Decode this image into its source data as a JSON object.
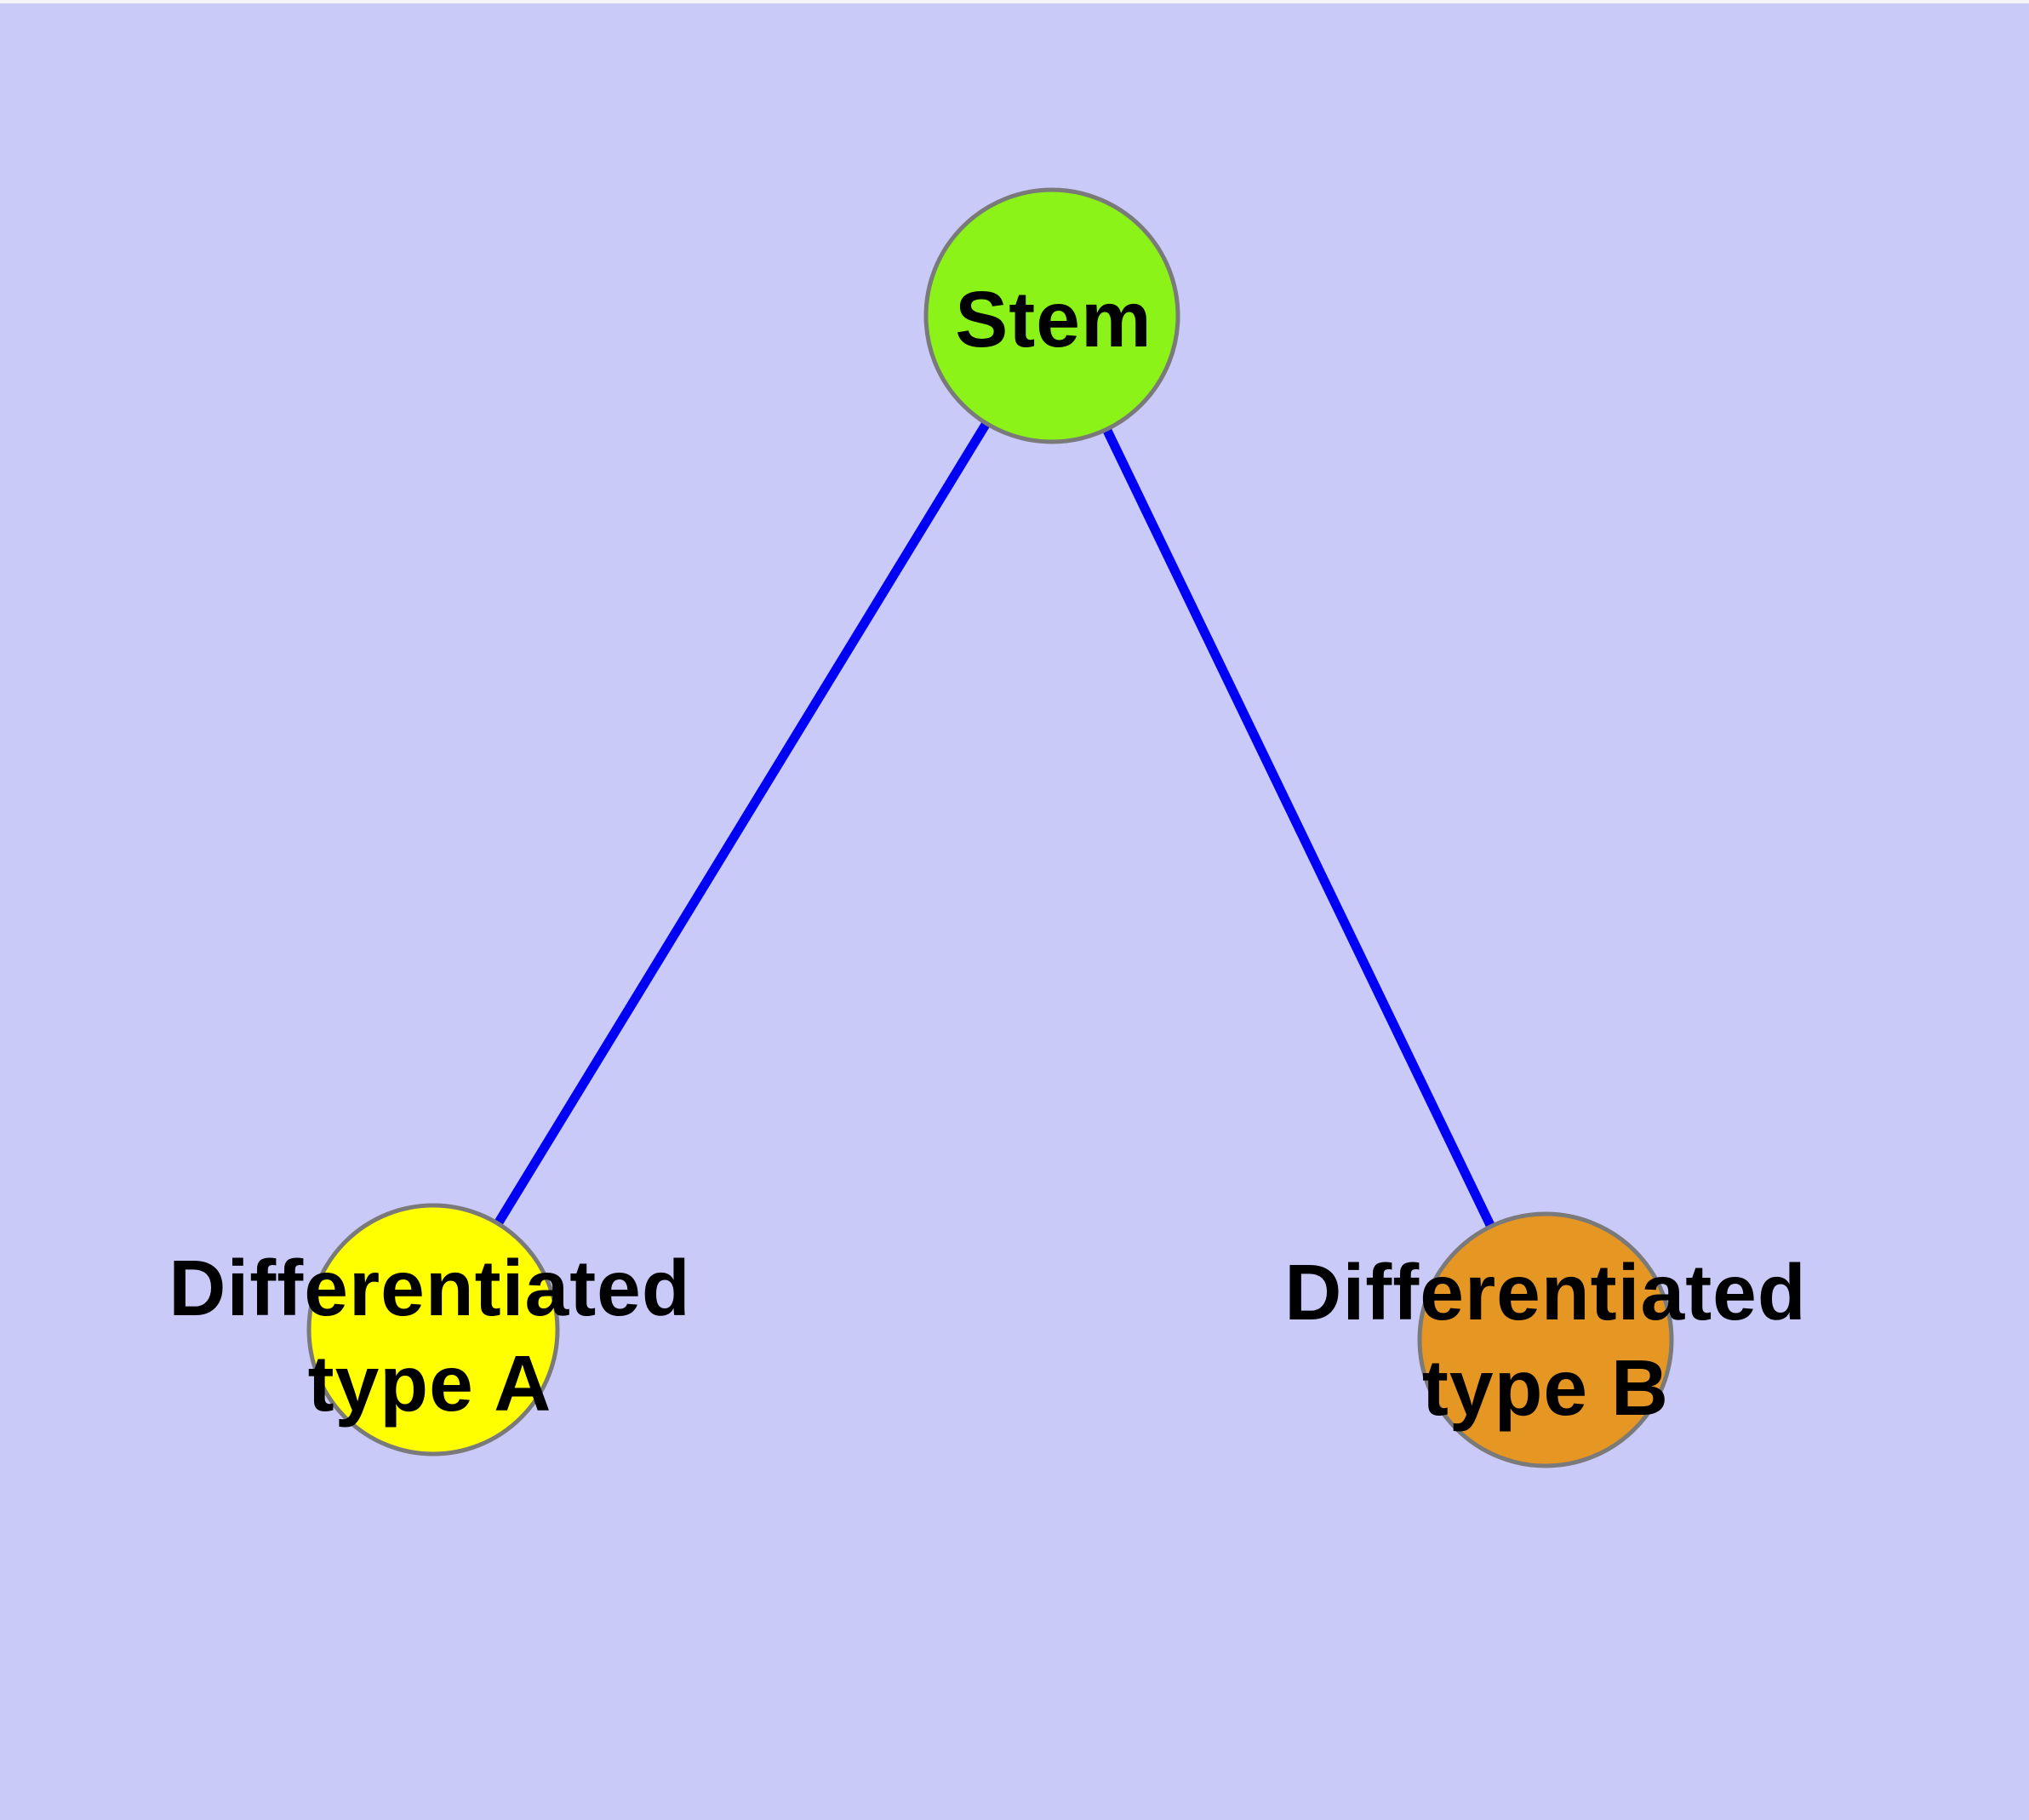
{
  "diagram": {
    "style": {
      "background_color": "#CACAF9",
      "top_strip_color": "#F5F5FC",
      "edge_color": "#0000F5",
      "node_border_color": "#7A7A7A",
      "label_color": "#000000"
    },
    "nodes": {
      "stem": {
        "label": "Stem",
        "fill": "#8BF318"
      },
      "type_a": {
        "label_line1": "Differentiated",
        "label_line2": "type A",
        "fill": "#FFFF00"
      },
      "type_b": {
        "label_line1": "Differentiated",
        "label_line2": "type B",
        "fill": "#E69623"
      }
    },
    "edges": [
      {
        "from": "Stem",
        "to": "Differentiated type A"
      },
      {
        "from": "Stem",
        "to": "Differentiated type B"
      }
    ]
  }
}
